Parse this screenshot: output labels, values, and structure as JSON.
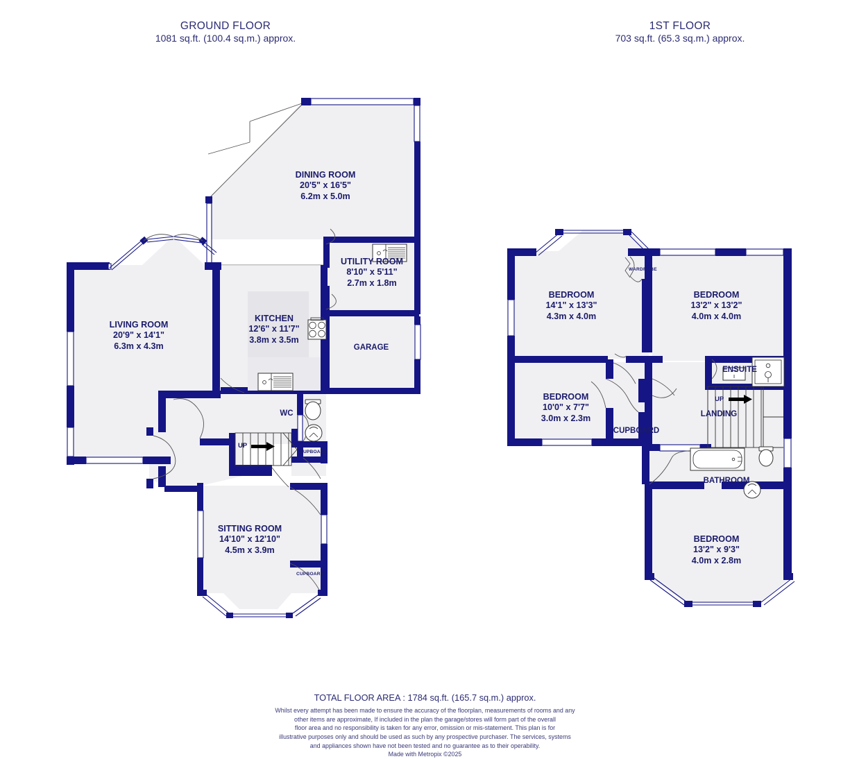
{
  "document": {
    "type": "floorplan",
    "wall_color": "#151585",
    "room_fill": "#f0f0f3",
    "text_color": "#1b1b6b"
  },
  "floors": [
    {
      "id": "ground",
      "title": "GROUND FLOOR",
      "area": "1081 sq.ft. (100.4 sq.m.) approx."
    },
    {
      "id": "first",
      "title": "1ST FLOOR",
      "area": "703 sq.ft. (65.3 sq.m.) approx."
    }
  ],
  "ground_floor_rooms": [
    {
      "name": "DINING ROOM",
      "imperial": "20'5\"  x 16'5\"",
      "metric": "6.2m  x 5.0m"
    },
    {
      "name": "UTILITY ROOM",
      "imperial": "8'10\"  x 5'11\"",
      "metric": "2.7m  x 1.8m"
    },
    {
      "name": "LIVING ROOM",
      "imperial": "20'9\"  x 14'1\"",
      "metric": "6.3m  x 4.3m"
    },
    {
      "name": "KITCHEN",
      "imperial": "12'6\"  x 11'7\"",
      "metric": "3.8m  x 3.5m"
    },
    {
      "name": "SITTING ROOM",
      "imperial": "14'10\"  x 12'10\"",
      "metric": "4.5m  x 3.9m"
    }
  ],
  "ground_floor_labels": {
    "garage": "GARAGE",
    "wc": "WC",
    "up": "UP",
    "cupboard_stairs": "CUPBOARD",
    "cupboard_sitting": "CUPBOARD"
  },
  "first_floor_rooms": [
    {
      "name": "BEDROOM",
      "imperial": "14'1\"  x 13'3\"",
      "metric": "4.3m  x 4.0m"
    },
    {
      "name": "BEDROOM",
      "imperial": "13'2\"  x 13'2\"",
      "metric": "4.0m  x 4.0m"
    },
    {
      "name": "BEDROOM",
      "imperial": "10'0\"  x 7'7\"",
      "metric": "3.0m  x 2.3m"
    },
    {
      "name": "BEDROOM",
      "imperial": "13'2\"  x 9'3\"",
      "metric": "4.0m  x 2.8m"
    }
  ],
  "first_floor_labels": {
    "wardrobe": "WARDROBE",
    "cupboard": "CUPBOARD",
    "ensuite": "ENSUITE",
    "landing": "LANDING",
    "bathroom": "BATHROOM",
    "up": "UP"
  },
  "footer": {
    "total": "TOTAL FLOOR AREA : 1784 sq.ft. (165.7 sq.m.) approx.",
    "disclaimer_lines": [
      "Whilst every attempt has been made to ensure the accuracy of the floorplan, measurements of rooms and any",
      "other items are approximate, If included in the plan the garage/stores will form part of the overall",
      "floor area and no responsibility is taken for any error, omission or mis-statement. This plan is for",
      "illustrative purposes only and should be used as such by any prospective purchaser. The services, systems",
      "and appliances shown have not been tested and no guarantee as to their operability."
    ],
    "made_with": "Made with Metropix ©2025"
  },
  "fixtures": [
    {
      "name": "utility-sink-icon",
      "floor": "ground"
    },
    {
      "name": "kitchen-hob-icon",
      "floor": "ground"
    },
    {
      "name": "kitchen-sink-icon",
      "floor": "ground"
    },
    {
      "name": "wc-toilet-icon",
      "floor": "ground"
    },
    {
      "name": "wc-basin-icon",
      "floor": "ground"
    },
    {
      "name": "stairs-icon",
      "floor": "ground"
    },
    {
      "name": "ensuite-basin-icon",
      "floor": "first"
    },
    {
      "name": "ensuite-shower-icon",
      "floor": "first"
    },
    {
      "name": "bathroom-bath-icon",
      "floor": "first"
    },
    {
      "name": "bathroom-toilet-icon",
      "floor": "first"
    },
    {
      "name": "bathroom-basin-icon",
      "floor": "first"
    },
    {
      "name": "landing-stairs-icon",
      "floor": "first"
    }
  ]
}
